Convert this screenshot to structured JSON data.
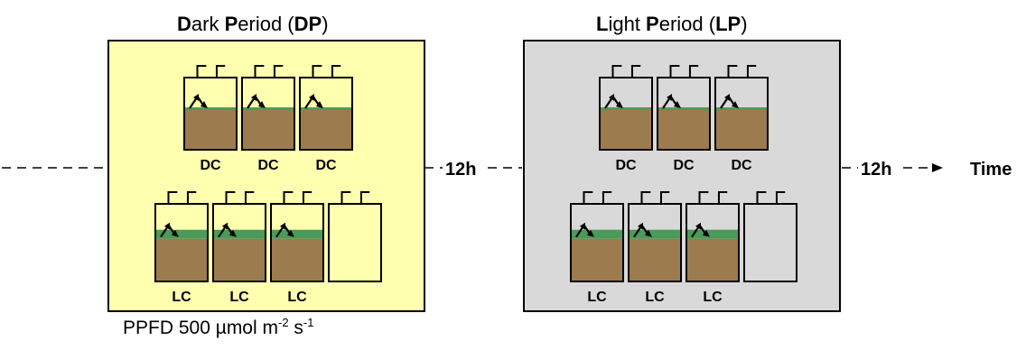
{
  "dark_period": {
    "title_parts": [
      {
        "text": "D",
        "bold": true
      },
      {
        "text": "ark ",
        "bold": false
      },
      {
        "text": "P",
        "bold": true
      },
      {
        "text": "eriod (",
        "bold": false
      },
      {
        "text": "DP",
        "bold": true
      },
      {
        "text": ")",
        "bold": false
      }
    ],
    "top_row_labels": [
      "DC",
      "DC",
      "DC"
    ],
    "bottom_row_labels": [
      "LC",
      "LC",
      "LC",
      ""
    ],
    "background_color": "#ffffb0"
  },
  "light_period": {
    "title_parts": [
      {
        "text": "L",
        "bold": true
      },
      {
        "text": "ight ",
        "bold": false
      },
      {
        "text": "P",
        "bold": true
      },
      {
        "text": "eriod (",
        "bold": false
      },
      {
        "text": "LP",
        "bold": true
      },
      {
        "text": ")",
        "bold": false
      }
    ],
    "top_row_labels": [
      "DC",
      "DC",
      "DC"
    ],
    "bottom_row_labels": [
      "LC",
      "LC",
      "LC",
      ""
    ],
    "background_color": "#d9d9d9"
  },
  "timeline": {
    "interval_1": "12h",
    "interval_2": "12h",
    "end_label": "Time"
  },
  "ppfd": {
    "prefix": "PPFD 500 µmol m",
    "exp1": "-2",
    "mid": " s",
    "exp2": "-1"
  },
  "colors": {
    "soil": "#9c7b4e",
    "algae_thin": "#4f9a57",
    "algae_thick": "#4a9a5a"
  }
}
